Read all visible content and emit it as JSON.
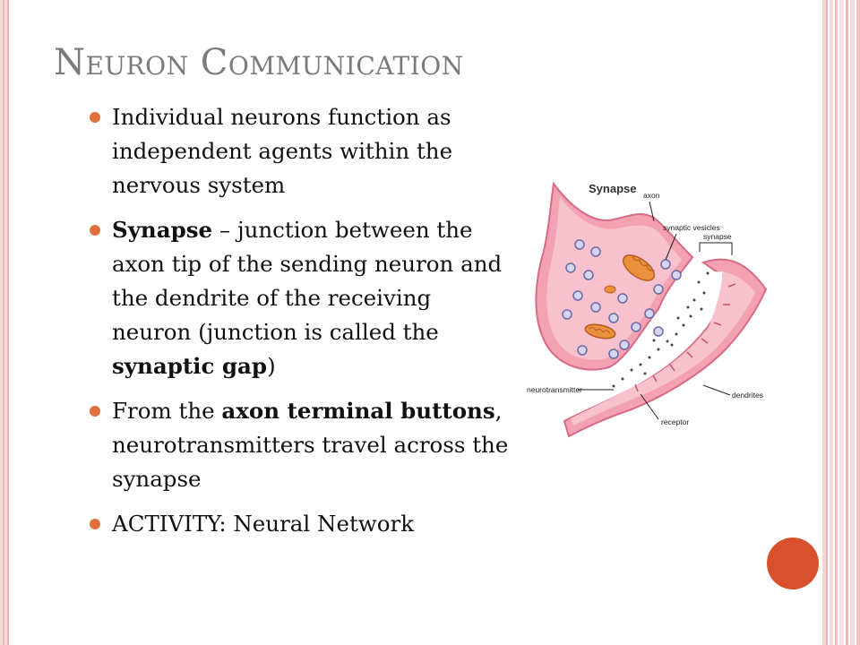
{
  "slide": {
    "title": "Neuron Communication",
    "bullets": [
      {
        "parts": [
          {
            "text": "Individual neurons function as independent agents within the nervous system",
            "bold": false
          }
        ]
      },
      {
        "parts": [
          {
            "text": "Synapse",
            "bold": true
          },
          {
            "text": " – junction between the axon tip of the sending neuron and the dendrite of the receiving neuron (junction is called the ",
            "bold": false
          },
          {
            "text": "synaptic gap",
            "bold": true
          },
          {
            "text": ")",
            "bold": false
          }
        ]
      },
      {
        "parts": [
          {
            "text": "From the ",
            "bold": false
          },
          {
            "text": "axon terminal buttons",
            "bold": true
          },
          {
            "text": ", neurotransmitters travel across the synapse",
            "bold": false
          }
        ]
      },
      {
        "parts": [
          {
            "text": "ACTIVITY: Neural Network",
            "bold": false
          }
        ]
      }
    ]
  },
  "diagram": {
    "title": "Synapse",
    "labels": {
      "axon": "axon",
      "vesicles": "synaptic vesicles",
      "synapse": "synapse",
      "neurotransmitter": "neurotransmitter",
      "dendrites": "dendrites",
      "receptor": "receptor"
    }
  },
  "colors": {
    "title": "#7a7a7a",
    "bullet": "#e0703e",
    "accent_circle": "#d9512c",
    "frame": "#f5dada"
  }
}
